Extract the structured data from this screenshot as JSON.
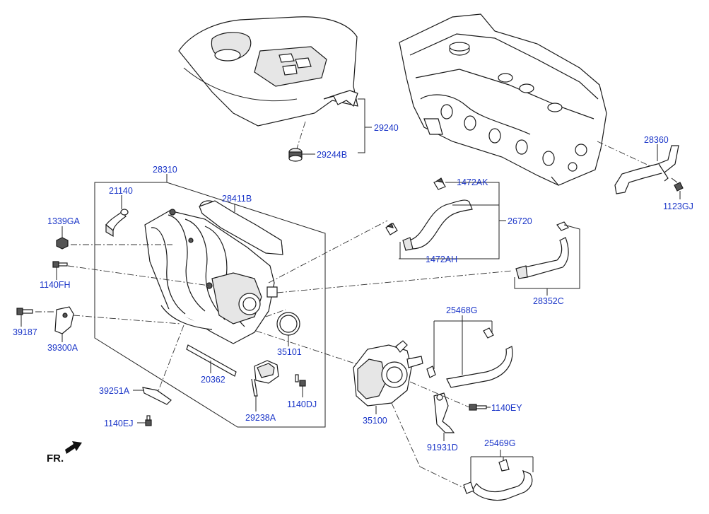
{
  "parts": {
    "p29240": "29240",
    "p29244B": "29244B",
    "p28360": "28360",
    "p1123GJ": "1123GJ",
    "p28310": "28310",
    "p21140": "21140",
    "p28411B": "28411B",
    "p1339GA": "1339GA",
    "p1140FH": "1140FH",
    "p39187": "39187",
    "p39300A": "39300A",
    "p1472AK": "1472AK",
    "p26720": "26720",
    "p1472AH": "1472AH",
    "p28352C": "28352C",
    "p35101": "35101",
    "p25468G": "25468G",
    "p20362": "20362",
    "p1140DJ": "1140DJ",
    "p29238A": "29238A",
    "p39251A": "39251A",
    "p1140EJ": "1140EJ",
    "p35100": "35100",
    "p1140EY": "1140EY",
    "p91931D": "91931D",
    "p25469G": "25469G"
  },
  "direction_label": "FR."
}
